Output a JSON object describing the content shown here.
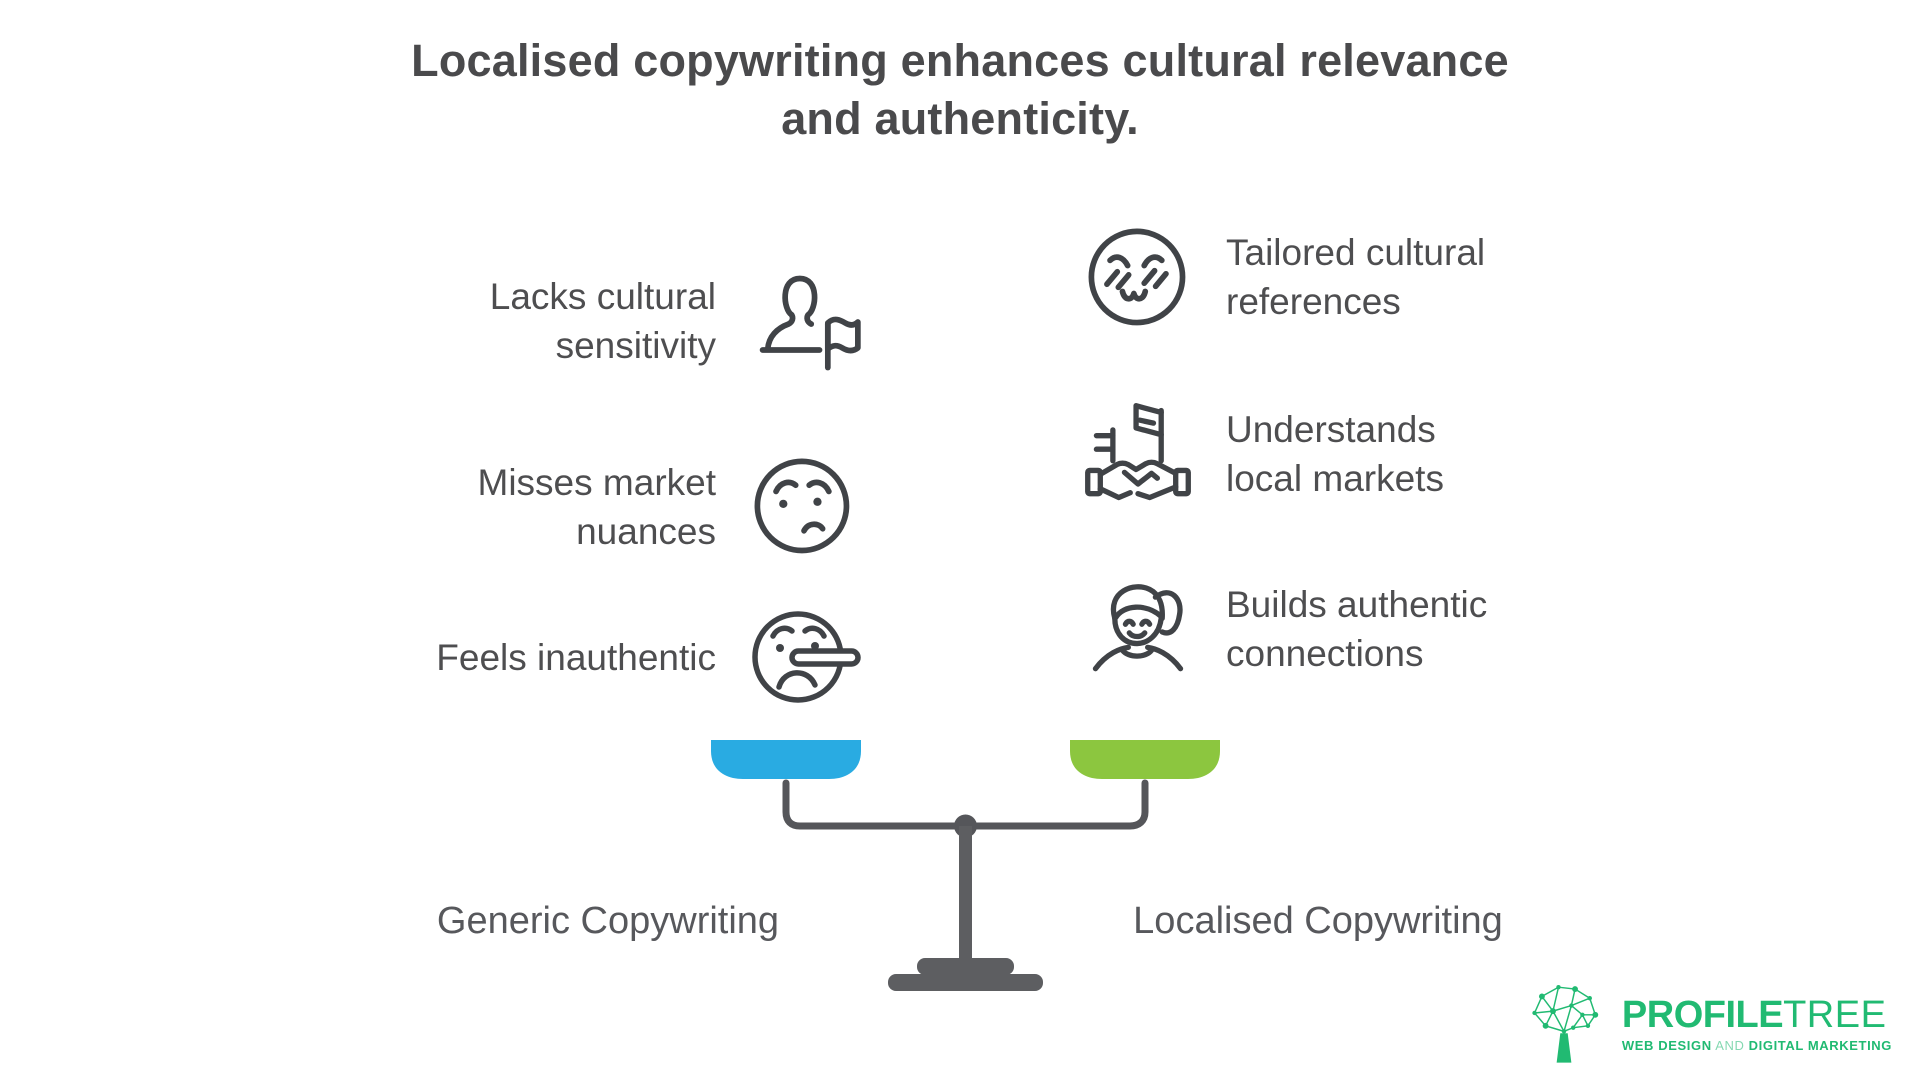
{
  "title": "Localised copywriting enhances cultural relevance\nand authenticity.",
  "left_column": {
    "side_label": "Generic Copywriting",
    "items": [
      {
        "label": "Lacks cultural\nsensitivity",
        "icon": "person-with-flag-icon"
      },
      {
        "label": "Misses market\nnuances",
        "icon": "confused-face-icon"
      },
      {
        "label": "Feels inauthentic",
        "icon": "lying-face-icon"
      }
    ]
  },
  "right_column": {
    "side_label": "Localised Copywriting",
    "items": [
      {
        "label": "Tailored cultural\nreferences",
        "icon": "relieved-face-icon"
      },
      {
        "label": "Understands\nlocal markets",
        "icon": "flag-handshake-icon"
      },
      {
        "label": "Builds authentic\nconnections",
        "icon": "woman-icon"
      }
    ]
  },
  "scale": {
    "left_pan_color": "#29ABE2",
    "right_pan_color": "#8CC63F",
    "frame_color": "#55565a",
    "base_color": "#5d5e61"
  },
  "logo": {
    "brand_bold": "PROFILE",
    "brand_light": "TREE",
    "tagline_bold1": "WEB DESIGN",
    "tagline_light": " AND ",
    "tagline_bold2": "DIGITAL MARKETING",
    "brand_color": "#21ba72"
  },
  "colors": {
    "heading_text": "#4a4a4c",
    "body_text": "#4e4e50",
    "icon_stroke": "#404347"
  }
}
